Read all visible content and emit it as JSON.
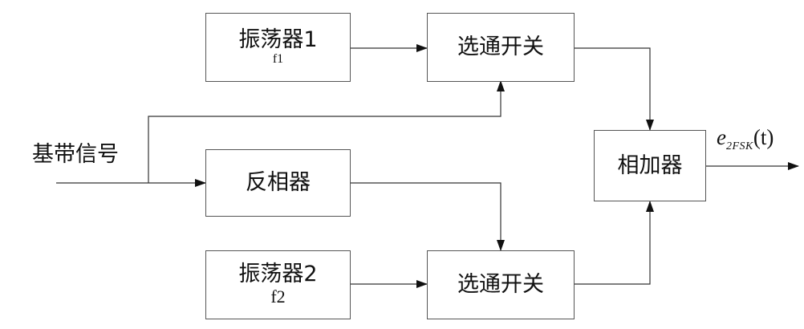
{
  "input_signal": {
    "label": "基带信号"
  },
  "oscillator_1": {
    "label": "振荡器1",
    "freq": "f1"
  },
  "oscillator_2": {
    "label": "振荡器2",
    "freq": "f2"
  },
  "gate_switch_1": {
    "label": "选通开关"
  },
  "gate_switch_2": {
    "label": "选通开关"
  },
  "inverter": {
    "label": "反相器"
  },
  "adder": {
    "label": "相加器"
  },
  "output_signal": {
    "symbol": "e",
    "subscript": "2FSK",
    "argument": "(t)"
  }
}
